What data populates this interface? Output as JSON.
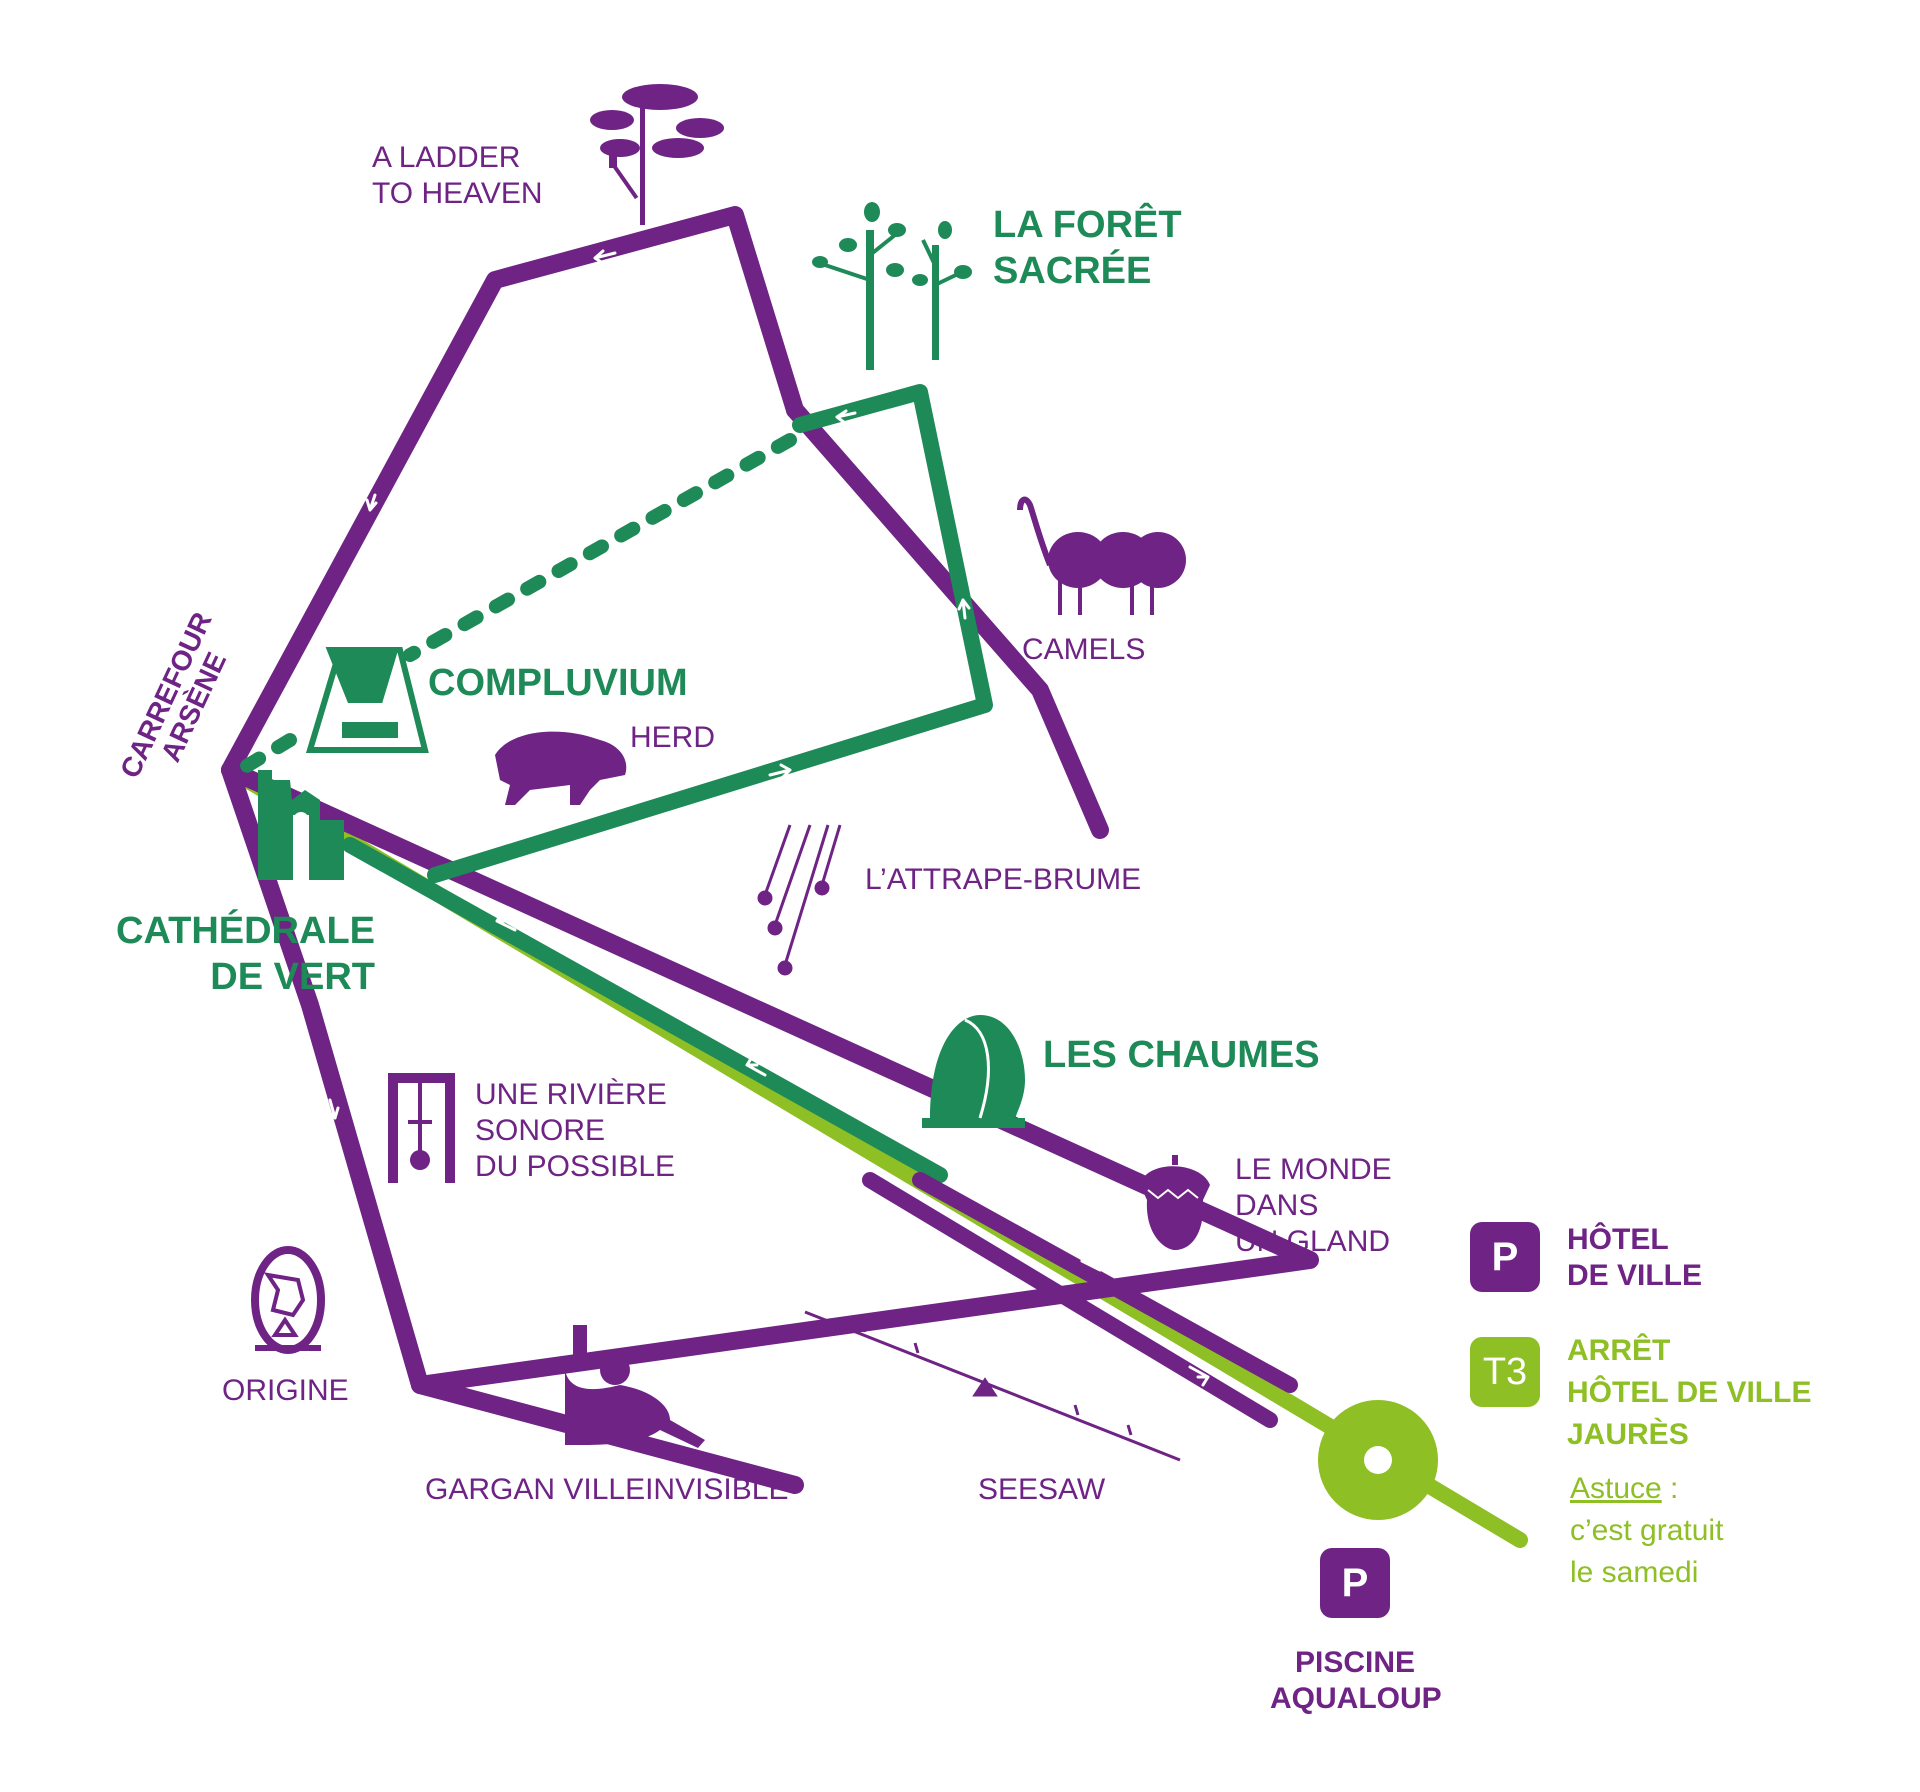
{
  "colors": {
    "purple": "#6e2385",
    "green": "#1e8a57",
    "lime": "#8ebf24"
  },
  "places": {
    "ladder": [
      "A LADDER",
      "TO HEAVEN"
    ],
    "foret": [
      "LA FORÊT",
      "SACRÉE"
    ],
    "camels": "CAMELS",
    "carrefour": [
      "CARREFOUR",
      "ARSÈNE"
    ],
    "compluvium": "COMPLUVIUM",
    "herd": "HERD",
    "attrape": "L’ATTRAPE-BRUME",
    "cathedrale": [
      "CATHÉDRALE",
      "DE VERT"
    ],
    "chaumes": "LES CHAUMES",
    "riviere": [
      "UNE RIVIÈRE",
      "SONORE",
      "DU POSSIBLE"
    ],
    "monde": [
      "LE MONDE",
      "DANS",
      "UN GLAND"
    ],
    "origine": "ORIGINE",
    "gargan": "GARGAN VILLEINVISIBLE",
    "seesaw": "SEESAW",
    "piscine": [
      "PISCINE",
      "AQUALOUP"
    ]
  },
  "legend": {
    "parking_symbol": "P",
    "hotel": [
      "HÔTEL",
      "DE VILLE"
    ],
    "tram_symbol": "T3",
    "arret": [
      "ARRÊT",
      "HÔTEL DE VILLE",
      "JAURÈS"
    ],
    "astuce_word": "Astuce",
    "astuce_colon": " :",
    "astuce_text": [
      "c’est gratuit",
      "le samedi"
    ]
  },
  "icons": [
    "tree-ladder-icon",
    "forest-icon",
    "camel-icon",
    "compluvium-icon",
    "boar-icon",
    "mist-catcher-icon",
    "cathedral-icon",
    "chaumes-icon",
    "acorn-icon",
    "pendulum-icon",
    "egg-icon",
    "gargan-statue-icon",
    "seesaw-icon",
    "tram-stop-icon"
  ]
}
